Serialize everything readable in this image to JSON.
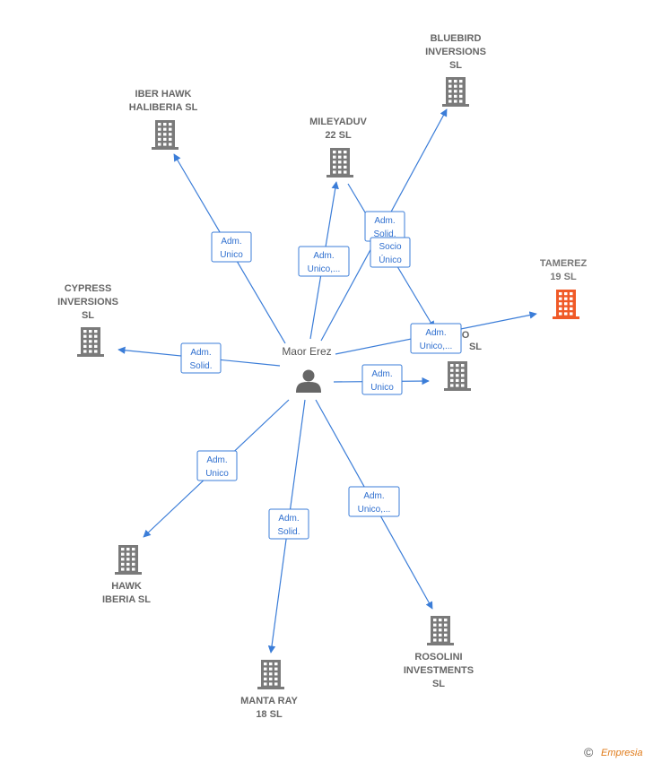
{
  "person": {
    "name": "Maor Erez",
    "icon": "person-icon"
  },
  "colors": {
    "edge": "#3b7dd8",
    "company": "#7a7a7a",
    "focus_company": "#f05a28"
  },
  "companies": [
    {
      "id": "bluebird",
      "lines": [
        "BLUEBIRD",
        "INVERSIONS",
        "SL"
      ],
      "focus": false
    },
    {
      "id": "iber-hawk",
      "lines": [
        "IBER HAWK",
        "HALIBERIA  SL"
      ],
      "focus": false
    },
    {
      "id": "mileyaduv",
      "lines": [
        "MILEYADUV",
        "22  SL"
      ],
      "focus": false
    },
    {
      "id": "tamerez",
      "lines": [
        "TAMEREZ",
        "19  SL"
      ],
      "focus": true
    },
    {
      "id": "cypress",
      "lines": [
        "CYPRESS",
        "INVERSIONS",
        "SL"
      ],
      "focus": false
    },
    {
      "id": "hidden-o",
      "lines": [
        "O",
        "SL"
      ],
      "focus": false
    },
    {
      "id": "hawk-iberia",
      "lines": [
        "HAWK",
        "IBERIA  SL"
      ],
      "focus": false
    },
    {
      "id": "manta-ray",
      "lines": [
        "MANTA RAY",
        "18  SL"
      ],
      "focus": false
    },
    {
      "id": "rosolini",
      "lines": [
        "ROSOLINI",
        "INVESTMENTS",
        "SL"
      ],
      "focus": false
    }
  ],
  "edges": [
    {
      "to": "iber-hawk",
      "lines": [
        "Adm.",
        "Unico"
      ]
    },
    {
      "to": "mileyaduv",
      "lines": [
        "Adm.",
        "Unico,..."
      ]
    },
    {
      "to": "bluebird",
      "lines": [
        "Adm.",
        "Solid."
      ]
    },
    {
      "to": "hidden-o",
      "lines": [
        "Socio",
        "Único"
      ]
    },
    {
      "to": "tamerez",
      "lines": [
        "Adm.",
        "Unico,..."
      ]
    },
    {
      "to": "cypress",
      "lines": [
        "Adm.",
        "Solid."
      ]
    },
    {
      "to": "hidden-o-direct",
      "lines": [
        "Adm.",
        "Unico"
      ]
    },
    {
      "to": "hawk-iberia",
      "lines": [
        "Adm.",
        "Unico"
      ]
    },
    {
      "to": "manta-ray",
      "lines": [
        "Adm.",
        "Solid."
      ]
    },
    {
      "to": "rosolini",
      "lines": [
        "Adm.",
        "Unico,..."
      ]
    }
  ],
  "footer": {
    "copyright": "©",
    "brand": "Empresia"
  }
}
